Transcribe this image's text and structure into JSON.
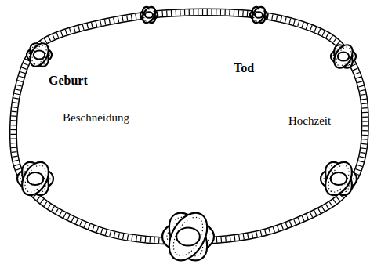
{
  "diagram": {
    "labels": [
      "Tod",
      "Geburt",
      "Beschneidung",
      "Hochzeit"
    ]
  }
}
